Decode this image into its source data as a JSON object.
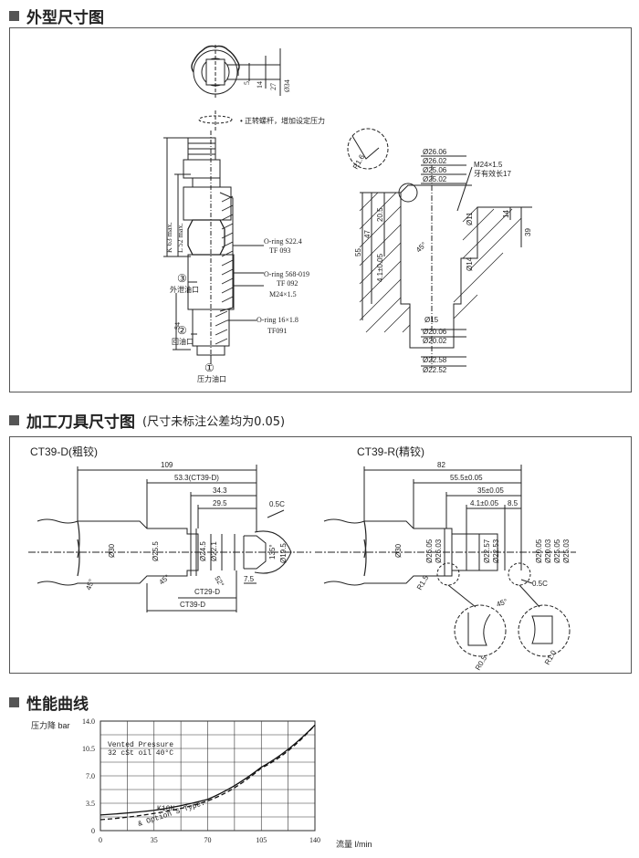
{
  "sections": {
    "outline": {
      "title": "外型尺寸图"
    },
    "tool": {
      "title": "加工刀具尺寸图",
      "subtitle": "(尺寸未标注公差均为0.05)"
    },
    "perf": {
      "title": "性能曲线"
    }
  },
  "outline": {
    "top_dims": [
      "5",
      "14",
      "27",
      "Ø34"
    ],
    "rotate_note": "• 正转螺杆，增加设定压力",
    "left_dims": {
      "k63": "K 63 max.",
      "l52": "L 52 max.",
      "d54": "54"
    },
    "orings": [
      "O-ring S22.4",
      "TF 093",
      "O-ring 568-019",
      "TF 092",
      "M24×1.5",
      "O-ring 16×1.8",
      "TF091"
    ],
    "ports": [
      {
        "num": "③",
        "label": "外泄油口"
      },
      {
        "num": "②",
        "label": "回油口"
      },
      {
        "num": "①",
        "label": "压力油口"
      }
    ],
    "cavity_dims_top": [
      "Ø26.06",
      "Ø26.02",
      "Ø25.06",
      "Ø25.02"
    ],
    "cavity_dims_bottom": [
      "Ø20.06",
      "Ø20.02",
      "Ø22.58",
      "Ø22.52"
    ],
    "cavity_misc": {
      "r": "R1.6",
      "thread": "M24×1.5",
      "thread_note": "牙有效长17",
      "d14a": "14",
      "d39": "39",
      "d11": "Ø11",
      "d14b": "Ø14",
      "d205": "20.5",
      "d47": "47",
      "d55": "55",
      "d41": "4.1±0.05",
      "ang": "45°",
      "d15": "Ø15"
    }
  },
  "tools": {
    "d": {
      "title": "CT39-D(粗铰)",
      "dims": [
        "109",
        "53.3(CT39-D)",
        "34.3",
        "29.5",
        "0.5C"
      ],
      "diams": [
        "Ø30",
        "Ø25.5",
        "Ø24.5",
        "Ø22.1",
        "Ø19.5"
      ],
      "angles": [
        "45°",
        "45°",
        "52°",
        "135°"
      ],
      "bottom": [
        "7.5",
        "CT29-D",
        "CT39-D"
      ]
    },
    "r": {
      "title": "CT39-R(精铰)",
      "dims": [
        "82",
        "55.5±0.05",
        "35±0.05",
        "4.1±0.05",
        "8.5"
      ],
      "diams": [
        "Ø30",
        "Ø26.05",
        "Ø26.03",
        "Ø22.57",
        "Ø22.53",
        "Ø20.05",
        "Ø20.03",
        "Ø25.05",
        "Ø25.03"
      ],
      "misc": [
        "R1.5",
        "0.5C",
        "45°",
        "R0.5",
        "R1.0"
      ]
    }
  },
  "chart_data": {
    "type": "line",
    "ylabel": "压力降 bar",
    "xlabel": "流量 l/min",
    "xlim": [
      0,
      140
    ],
    "ylim": [
      0,
      14
    ],
    "x_ticks": [
      "0",
      "35",
      "70",
      "105",
      "140"
    ],
    "y_ticks": [
      "14.0",
      "10.5",
      "7.0",
      "3.5",
      "0"
    ],
    "grid": true,
    "annotation": [
      "Vented Pressure",
      "32 cSt oil 40°C"
    ],
    "series": [
      {
        "name": "K10N",
        "style": "solid",
        "x": [
          0,
          35,
          70,
          105,
          140
        ],
        "y": [
          2.0,
          2.6,
          4.0,
          8.1,
          13.5
        ]
      },
      {
        "name": "& Option S Type.",
        "style": "dashed",
        "x": [
          0,
          35,
          70,
          105,
          140
        ],
        "y": [
          1.4,
          2.2,
          3.8,
          8.0,
          13.5
        ]
      }
    ]
  }
}
